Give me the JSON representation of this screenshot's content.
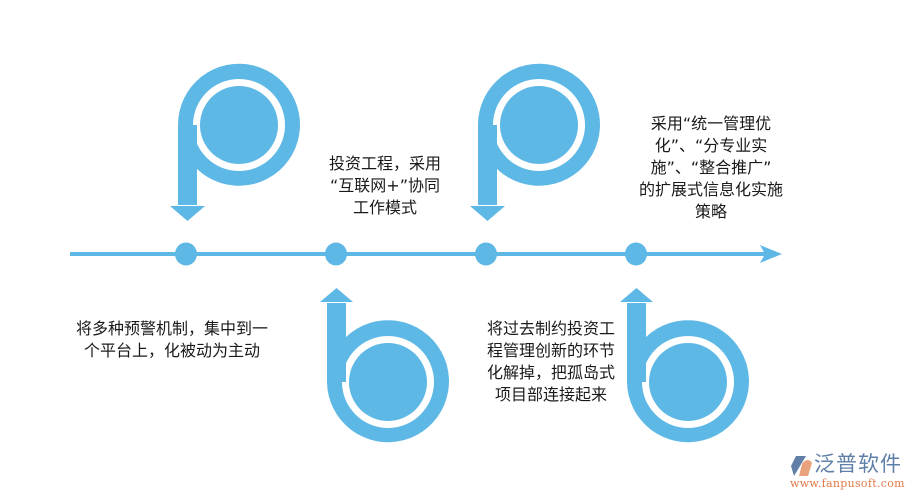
{
  "colors": {
    "accent": "#5eb8e6",
    "text": "#1a1a1a",
    "logo_blue": "#5f7fa8",
    "logo_orange": "#e07a4a"
  },
  "timeline": {
    "direction": "left-to-right",
    "arrow_icon": "arrow-right-icon",
    "milestones": [
      {
        "index": 1,
        "icon": "p-shaped-arrow-down-icon",
        "icon_position": "above",
        "text_position": "below",
        "text": "将多种预警机制，集中到一\n个平台上，化被动为主动"
      },
      {
        "index": 2,
        "icon": "b-shaped-arrow-up-icon",
        "icon_position": "below",
        "text_position": "above",
        "text": "投资工程，采用\n“互联网+”协同\n工作模式"
      },
      {
        "index": 3,
        "icon": "p-shaped-arrow-down-icon",
        "icon_position": "above",
        "text_position": "below",
        "text": "将过去制约投资工\n程管理创新的环节\n化解掉，把孤岛式\n项目部连接起来"
      },
      {
        "index": 4,
        "icon": "b-shaped-arrow-up-icon",
        "icon_position": "below",
        "text_position": "above",
        "text": "采用“统一管理优\n化”、“分专业实\n施”、“整合推广”\n的扩展式信息化实施\n策略"
      }
    ]
  },
  "logo": {
    "name": "泛普软件",
    "url": "www.fanpusoft.com"
  }
}
